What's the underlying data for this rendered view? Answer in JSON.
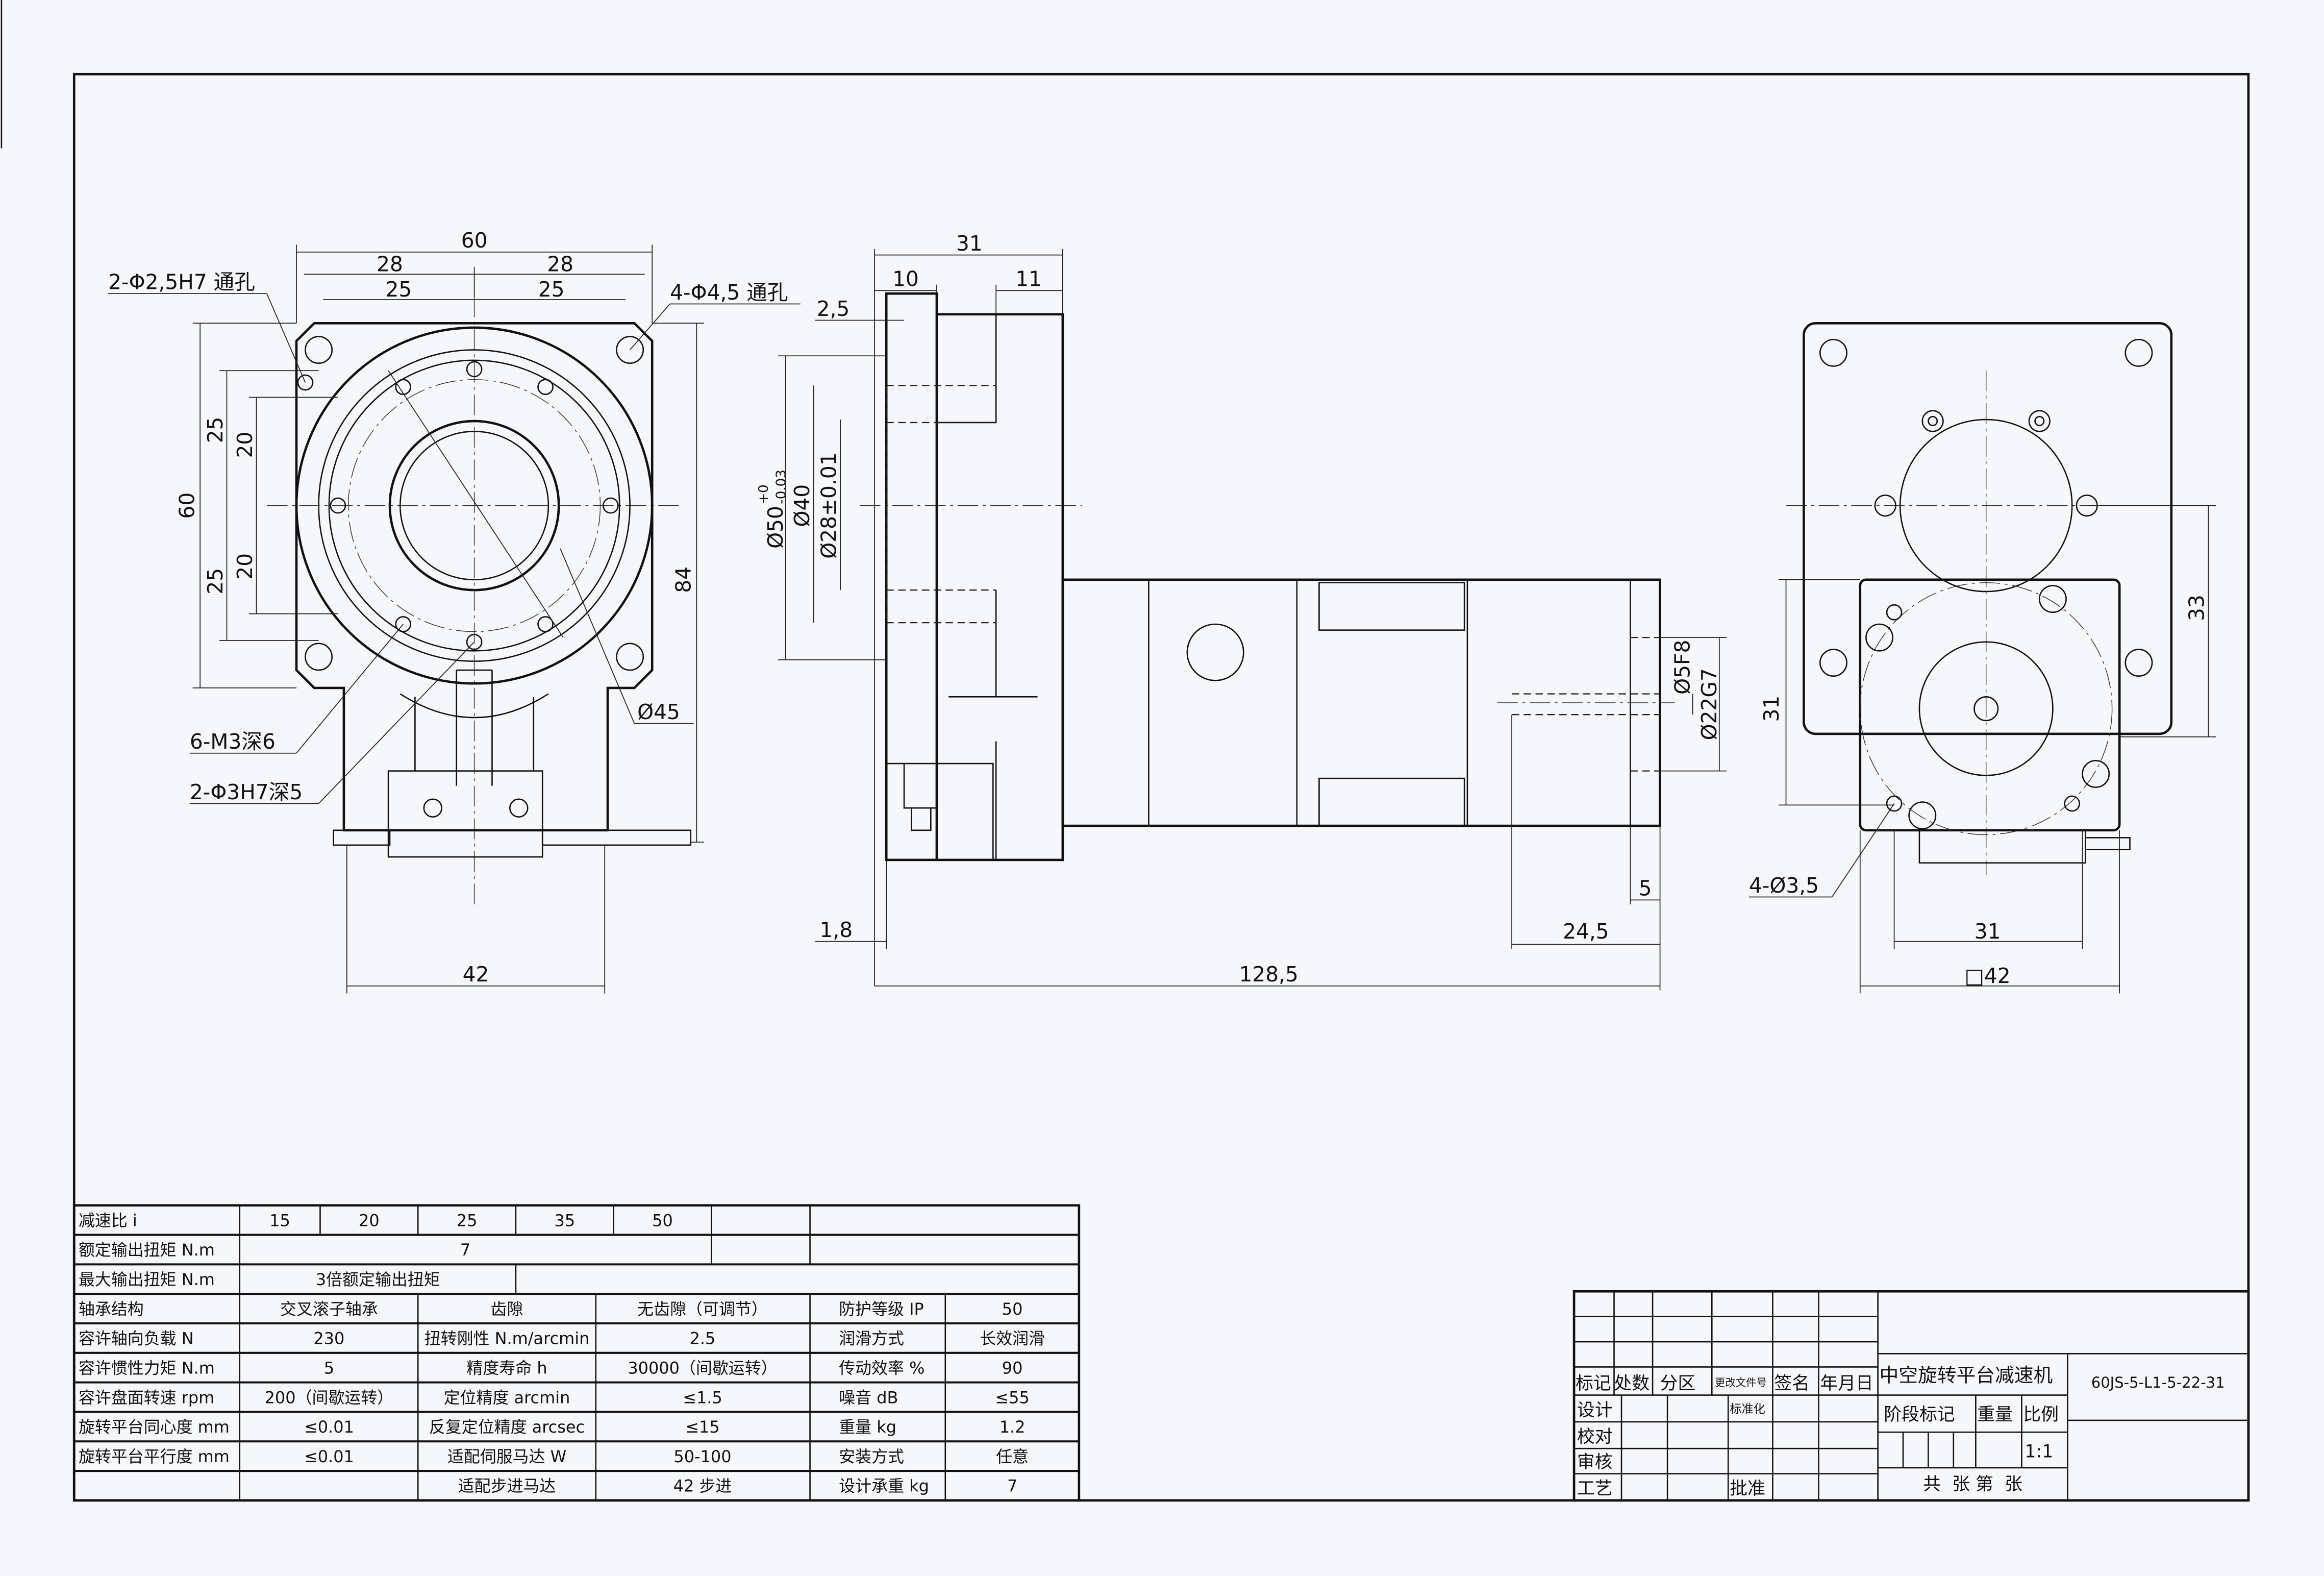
{
  "drawing": {
    "front_view": {
      "top_width": "60",
      "top_28_left": "28",
      "top_28_right": "28",
      "top_25_left": "25",
      "top_25_right": "25",
      "left_height": "60",
      "left_25_top": "25",
      "left_25_bottom": "25",
      "left_20_top": "20",
      "left_20_bottom": "20",
      "right_height": "84",
      "bottom_width": "42",
      "note_pin_holes": "2-Φ2,5H7 通孔",
      "note_through_holes": "4-Φ4,5 通孔",
      "note_threads": "6-M3深6",
      "note_pin_blind": "2-Φ3H7深5",
      "bore_dia": "Ø45"
    },
    "side_view": {
      "flange_width": "31",
      "d10": "10",
      "d11": "11",
      "d2_5": "2,5",
      "dia50": "Ø50",
      "dia50_tol_upper": "+0",
      "dia50_tol_lower": "-0.03",
      "dia40": "Ø40",
      "dia28": "Ø28±0.01",
      "shaft_dia": "Ø5F8",
      "pilot_dia": "Ø22G7",
      "d5": "5",
      "d24_5": "24,5",
      "d1_8": "1,8",
      "total_length": "128,5"
    },
    "rear_view": {
      "d33": "33",
      "d31_vertical": "31",
      "d31_horizontal": "31",
      "square42": "□42",
      "note_holes": "4-Ø3,5"
    }
  },
  "spec_table": {
    "ratio_label": "减速比 i",
    "ratios": [
      "15",
      "20",
      "25",
      "35",
      "50"
    ],
    "rated_torque_label": "额定输出扭矩 N.m",
    "rated_torque": "7",
    "max_torque_label": "最大输出扭矩 N.m",
    "max_torque": "3倍额定输出扭矩",
    "rows": [
      [
        "轴承结构",
        "交叉滚子轴承",
        "齿隙",
        "无齿隙（可调节）",
        "防护等级 IP",
        "50"
      ],
      [
        "容许轴向负载 N",
        "230",
        "扭转刚性 N.m/arcmin",
        "2.5",
        "润滑方式",
        "长效润滑"
      ],
      [
        "容许惯性力矩 N.m",
        "5",
        "精度寿命 h",
        "30000（间歇运转）",
        "传动效率 %",
        "90"
      ],
      [
        "容许盘面转速 rpm",
        "200（间歇运转）",
        "定位精度 arcmin",
        "≤1.5",
        "噪音 dB",
        "≤55"
      ],
      [
        "旋转平台同心度 mm",
        "≤0.01",
        "反复定位精度 arcsec",
        "≤15",
        "重量 kg",
        "1.2"
      ],
      [
        "旋转平台平行度 mm",
        "≤0.01",
        "适配伺服马达 W",
        "50-100",
        "安装方式",
        "任意"
      ],
      [
        "",
        "",
        "适配步进马达",
        "42 步进",
        "设计承重 kg",
        "7"
      ]
    ]
  },
  "title_block": {
    "headers": [
      "标记",
      "处数",
      "分区",
      "更改文件号",
      "签名",
      "年月日"
    ],
    "roles": [
      "设计",
      "校对",
      "审核",
      "工艺"
    ],
    "standardization": "标准化",
    "approval": "批准",
    "product_name": "中空旋转平台减速机",
    "drawing_number": "60JS-5-L1-5-22-31",
    "stage_mark": "阶段标记",
    "weight": "重量",
    "scale_label": "比例",
    "scale": "1:1",
    "sheets": "共  张 第  张"
  }
}
